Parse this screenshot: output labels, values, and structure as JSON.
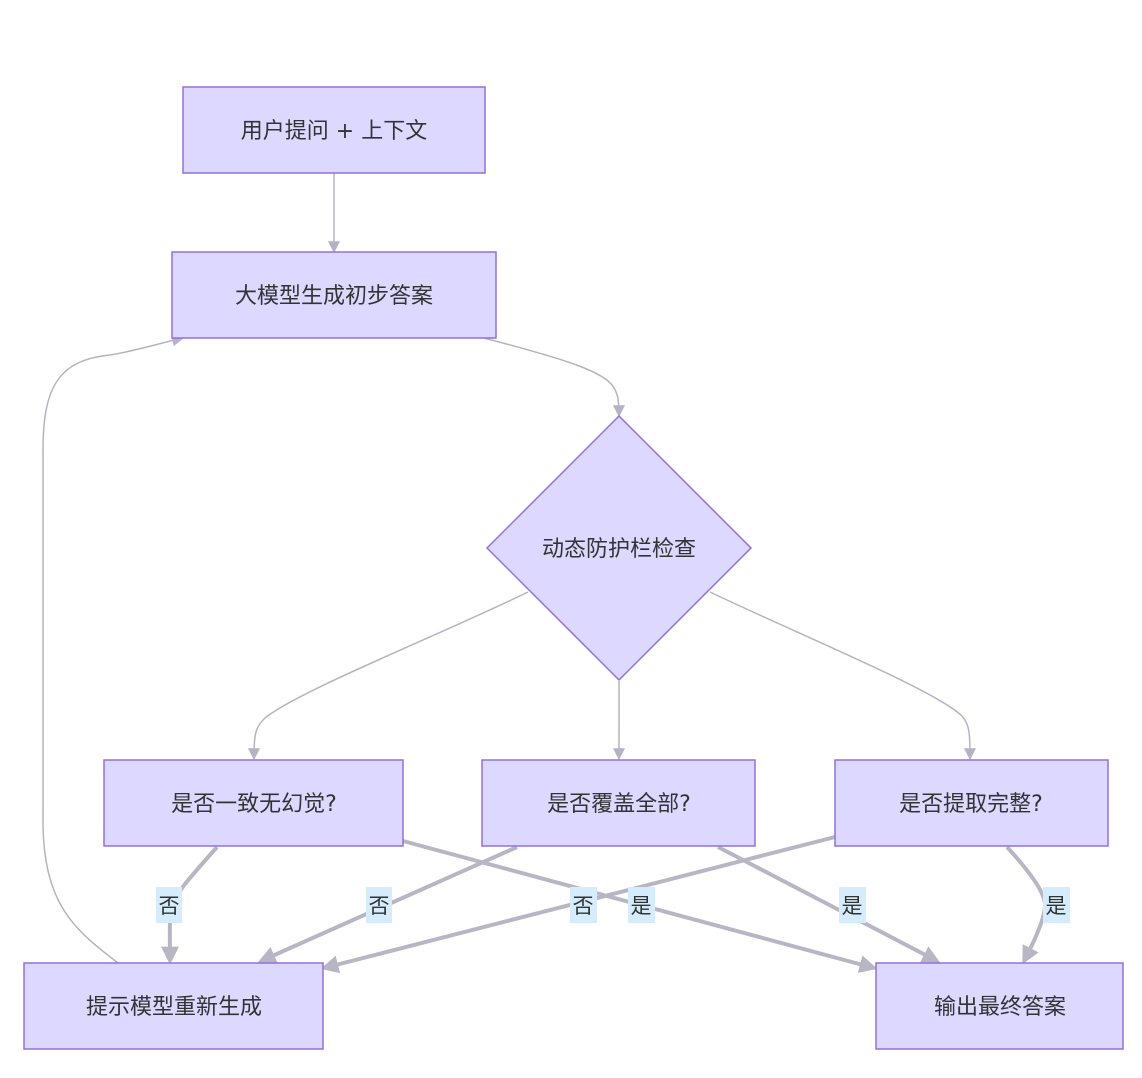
{
  "nodes": {
    "user_input": "用户提问 + 上下文",
    "llm_generate": "大模型生成初步答案",
    "guardrail_check": "动态防护栏检查",
    "check_consistency": "是否一致无幻觉?",
    "check_coverage": "是否覆盖全部?",
    "check_extraction": "是否提取完整?",
    "regenerate": "提示模型重新生成",
    "final_answer": "输出最终答案"
  },
  "edge_labels": {
    "consistency_no": "否",
    "coverage_no": "否",
    "extraction_no": "否",
    "consistency_yes": "是",
    "coverage_yes": "是",
    "extraction_yes": "是"
  },
  "colors": {
    "node_fill": "#ECECFF",
    "node_fill_primary": "#dcd8ff",
    "node_stroke": "#9370DB",
    "edge": "#b5b3c3",
    "edge_thick": "#b8b6c4",
    "label_bg": "#d4ecfb",
    "text": "#333333"
  }
}
